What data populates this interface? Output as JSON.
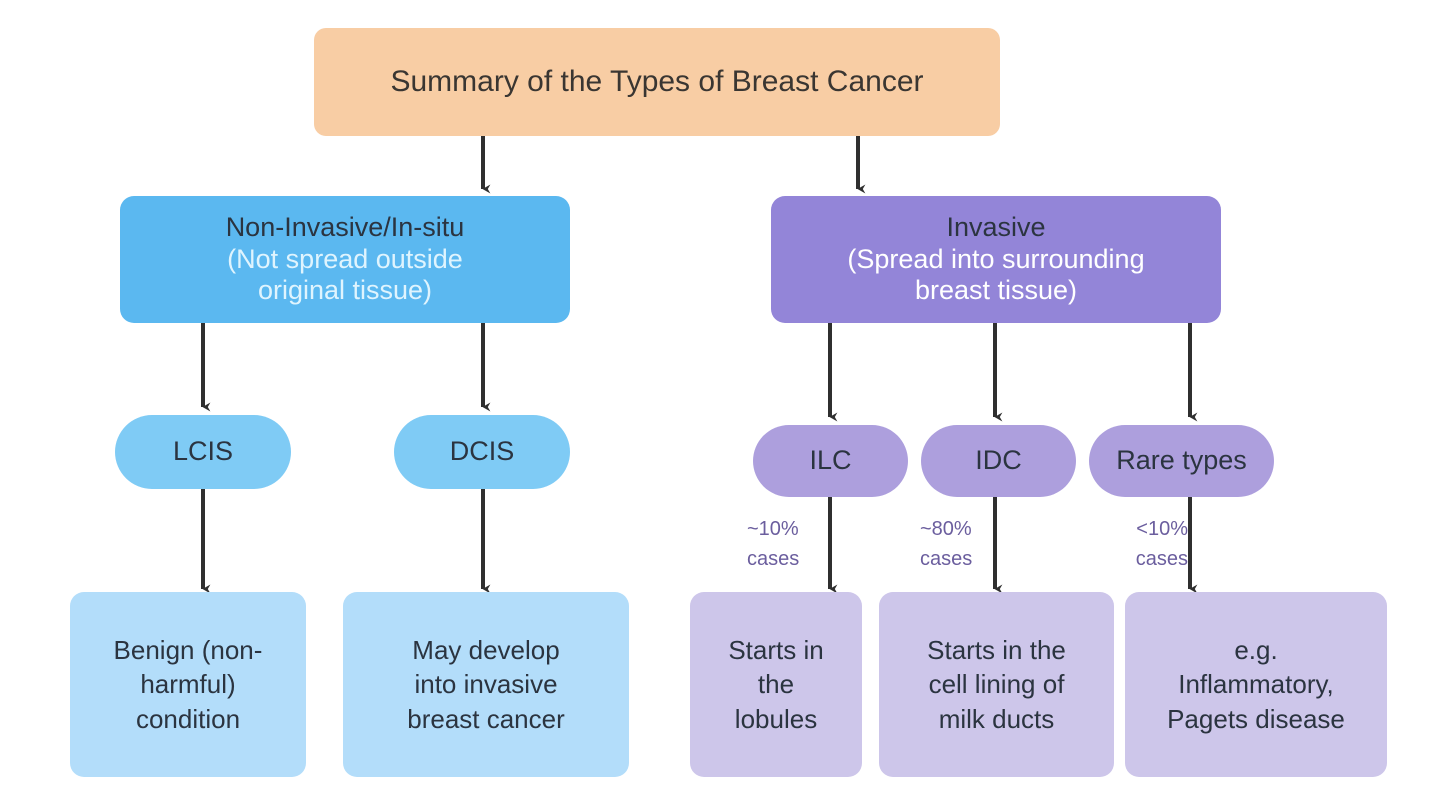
{
  "diagram": {
    "title": "Summary of the Types of Breast Cancer",
    "background_color": "#ffffff",
    "arrow_color": "#2f2f2f",
    "palette": {
      "title_bg": "#F8CDA4",
      "noninvasive_bg": "#5BB8F0",
      "noninvasive_pill_bg": "#7FCBF5",
      "noninvasive_leaf_bg": "#B3DDFA",
      "invasive_bg": "#9385D8",
      "invasive_pill_bg": "#AD9FDD",
      "invasive_leaf_bg": "#CDC6EA",
      "dark_text": "#2b3440",
      "light_text": "#ffffff",
      "pct_text": "#6B5E9E"
    }
  },
  "branches": {
    "noninvasive": {
      "heading_main": "Non-Invasive/In-situ",
      "heading_sub_line1": "(Not spread outside",
      "heading_sub_line2": "original tissue)",
      "nodes": [
        {
          "pill": "LCIS",
          "leaf_lines": [
            "Benign  (non-",
            "harmful)",
            "condition"
          ]
        },
        {
          "pill": "DCIS",
          "leaf_lines": [
            "May develop",
            "into invasive",
            "breast cancer"
          ]
        }
      ]
    },
    "invasive": {
      "heading_main": "Invasive",
      "heading_sub_line1": "(Spread into surrounding",
      "heading_sub_line2": "breast tissue)",
      "nodes": [
        {
          "pill": "ILC",
          "pct_line1": "~10%",
          "pct_line2": "cases",
          "leaf_lines": [
            "Starts in",
            "the",
            "lobules"
          ]
        },
        {
          "pill": "IDC",
          "pct_line1": "~80%",
          "pct_line2": "cases",
          "leaf_lines": [
            "Starts in the",
            "cell lining of",
            "milk ducts"
          ]
        },
        {
          "pill": "Rare types",
          "pct_line1": "<10%",
          "pct_line2": "cases",
          "leaf_lines": [
            "e.g.",
            "Inflammatory,",
            "Pagets disease"
          ]
        }
      ]
    }
  }
}
